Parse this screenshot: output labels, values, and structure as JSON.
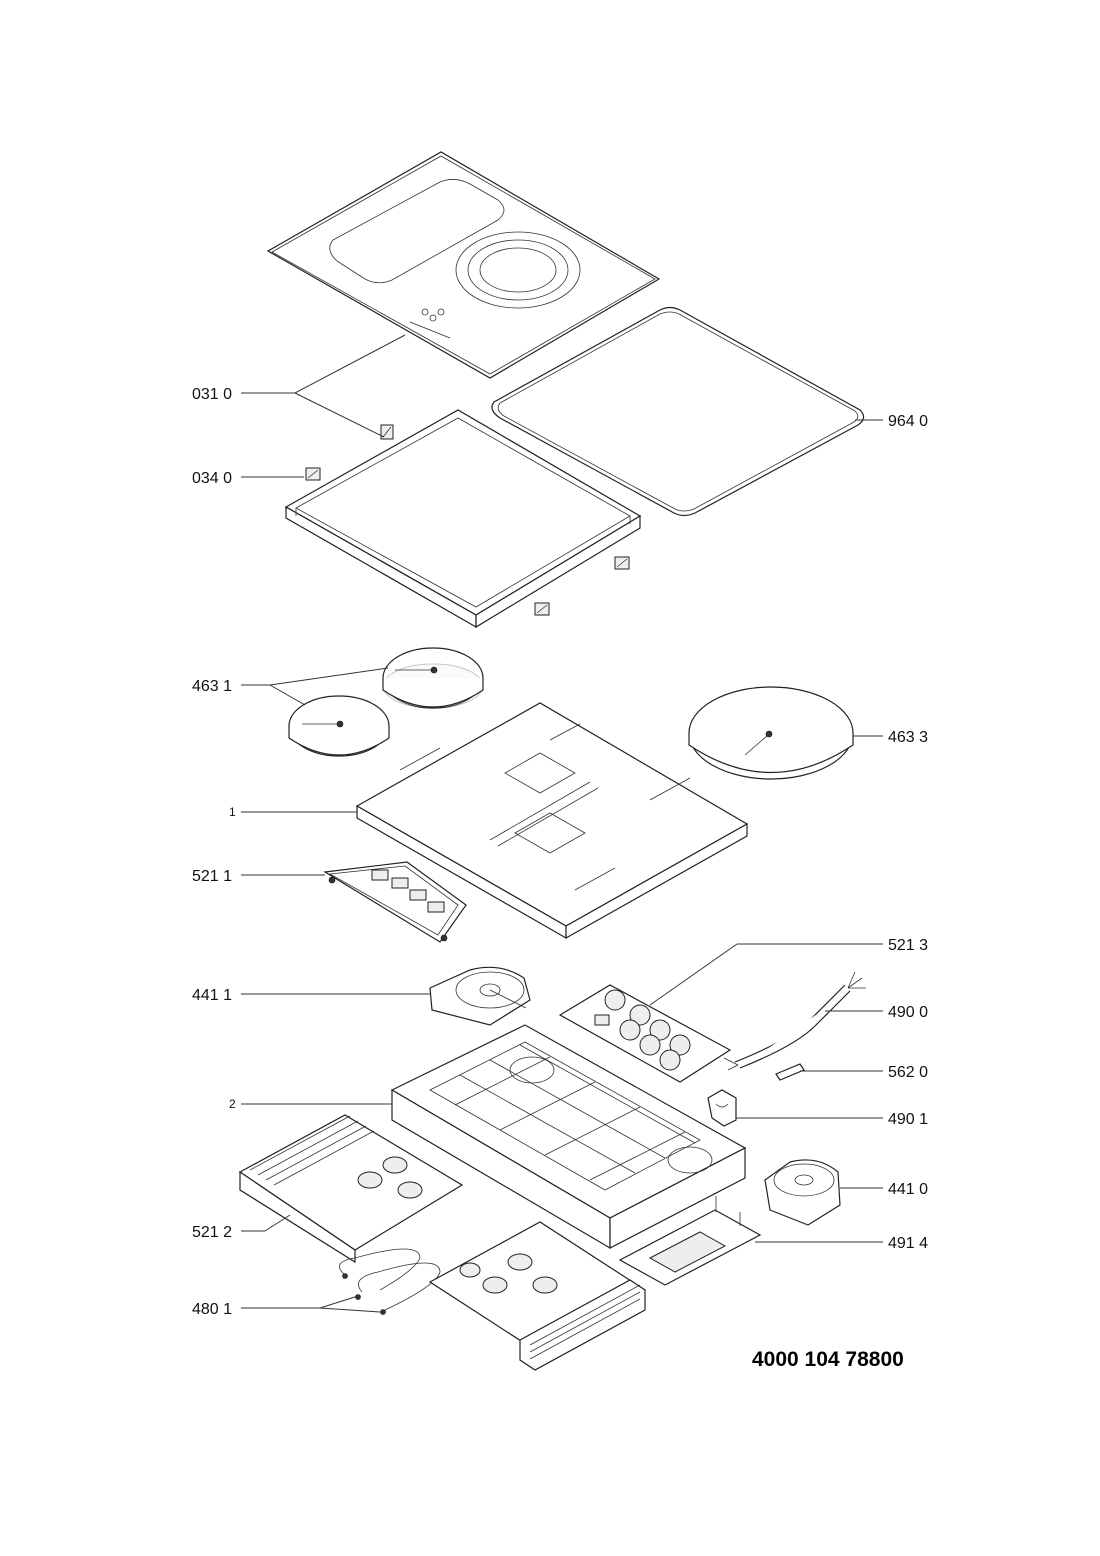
{
  "diagram": {
    "document_number": "4000 104 78800",
    "callouts": {
      "c0310": "031 0",
      "c0340": "034 0",
      "c9640": "964 0",
      "c4631": "463 1",
      "c4633": "463 3",
      "c1": "1",
      "c5211": "521 1",
      "c5213": "521 3",
      "c4411": "441 1",
      "c4900": "490 0",
      "c5620": "562 0",
      "c2": "2",
      "c4901": "490 1",
      "c4410": "441 0",
      "c5212": "521 2",
      "c4914": "491 4",
      "c4801": "480 1"
    }
  }
}
